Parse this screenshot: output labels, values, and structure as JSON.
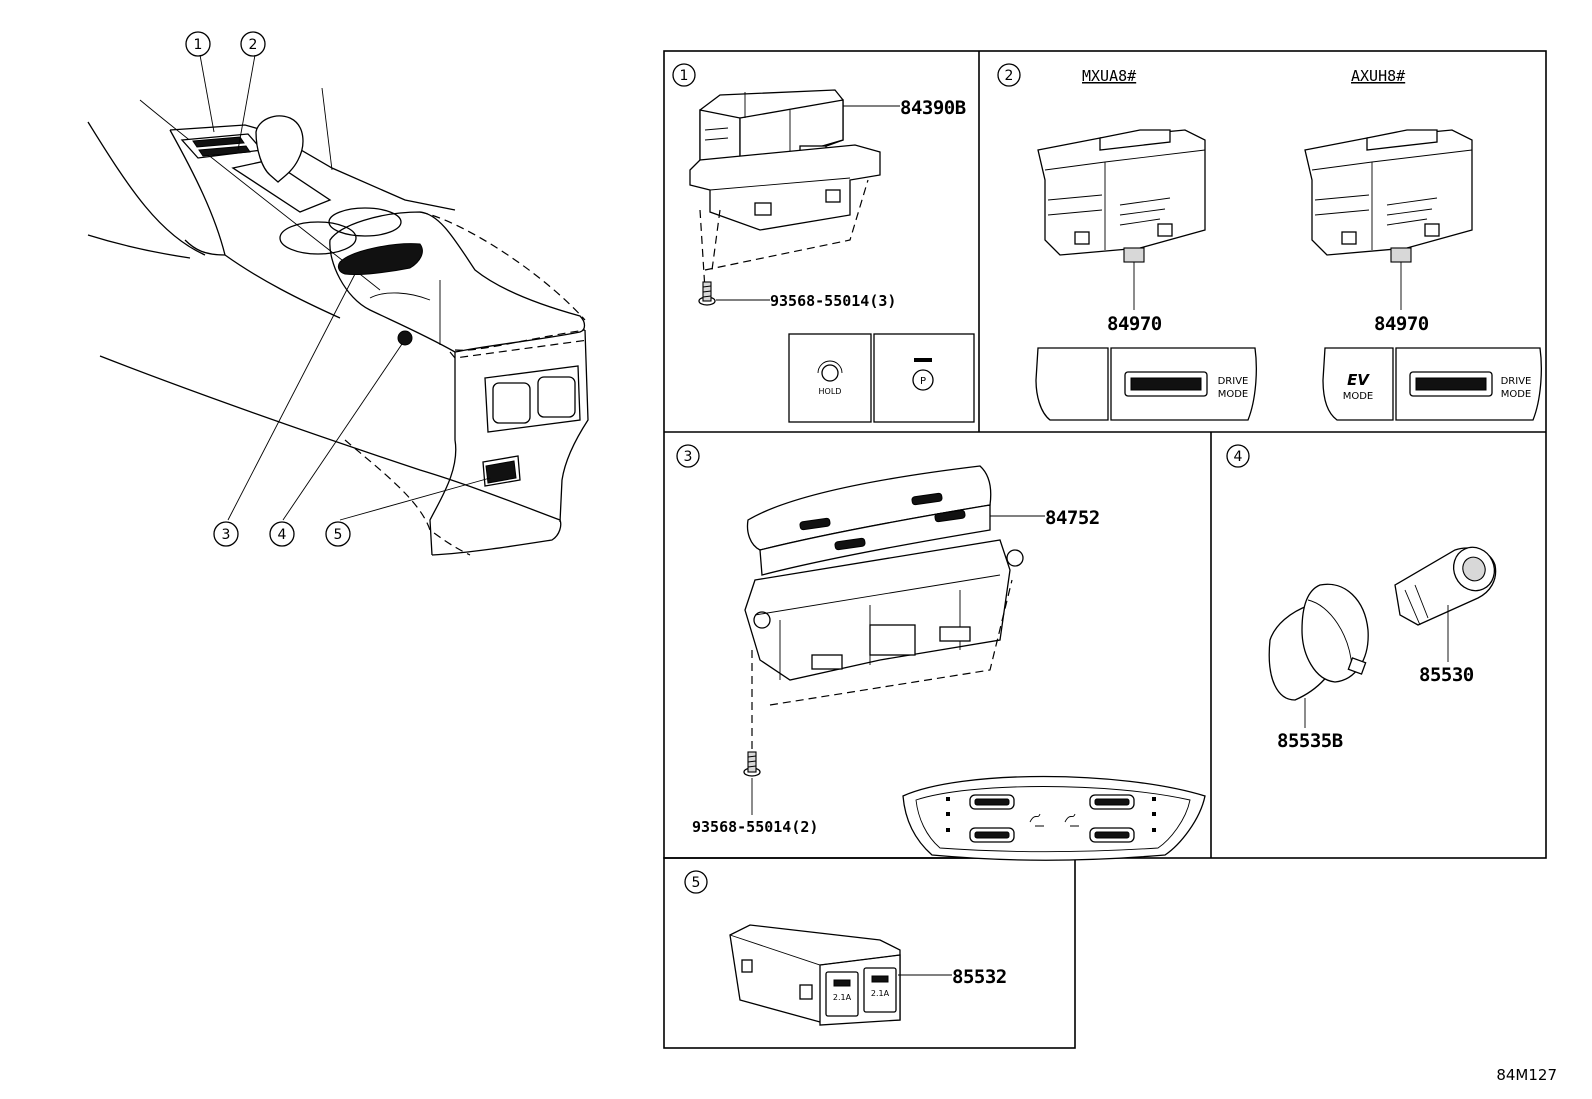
{
  "callouts": [
    "1",
    "2",
    "3",
    "4",
    "5"
  ],
  "panels": [
    {
      "number": "1",
      "parts": [
        "84390B",
        "93568-55014(3)"
      ],
      "switch_labels": [
        "HOLD",
        "P"
      ]
    },
    {
      "number": "2",
      "models": [
        "MXUA8#",
        "AXUH8#"
      ],
      "parts": [
        "84970",
        "84970"
      ],
      "switch_labels": [
        "DRIVE",
        "MODE",
        "EV",
        "MODE"
      ]
    },
    {
      "number": "3",
      "parts": [
        "84752",
        "93568-55014(2)"
      ]
    },
    {
      "number": "4",
      "parts": [
        "85530",
        "85535B"
      ]
    },
    {
      "number": "5",
      "parts": [
        "85532"
      ],
      "socket_labels": [
        "2.1A",
        "2.1A"
      ]
    }
  ],
  "figure_code": "84M127"
}
